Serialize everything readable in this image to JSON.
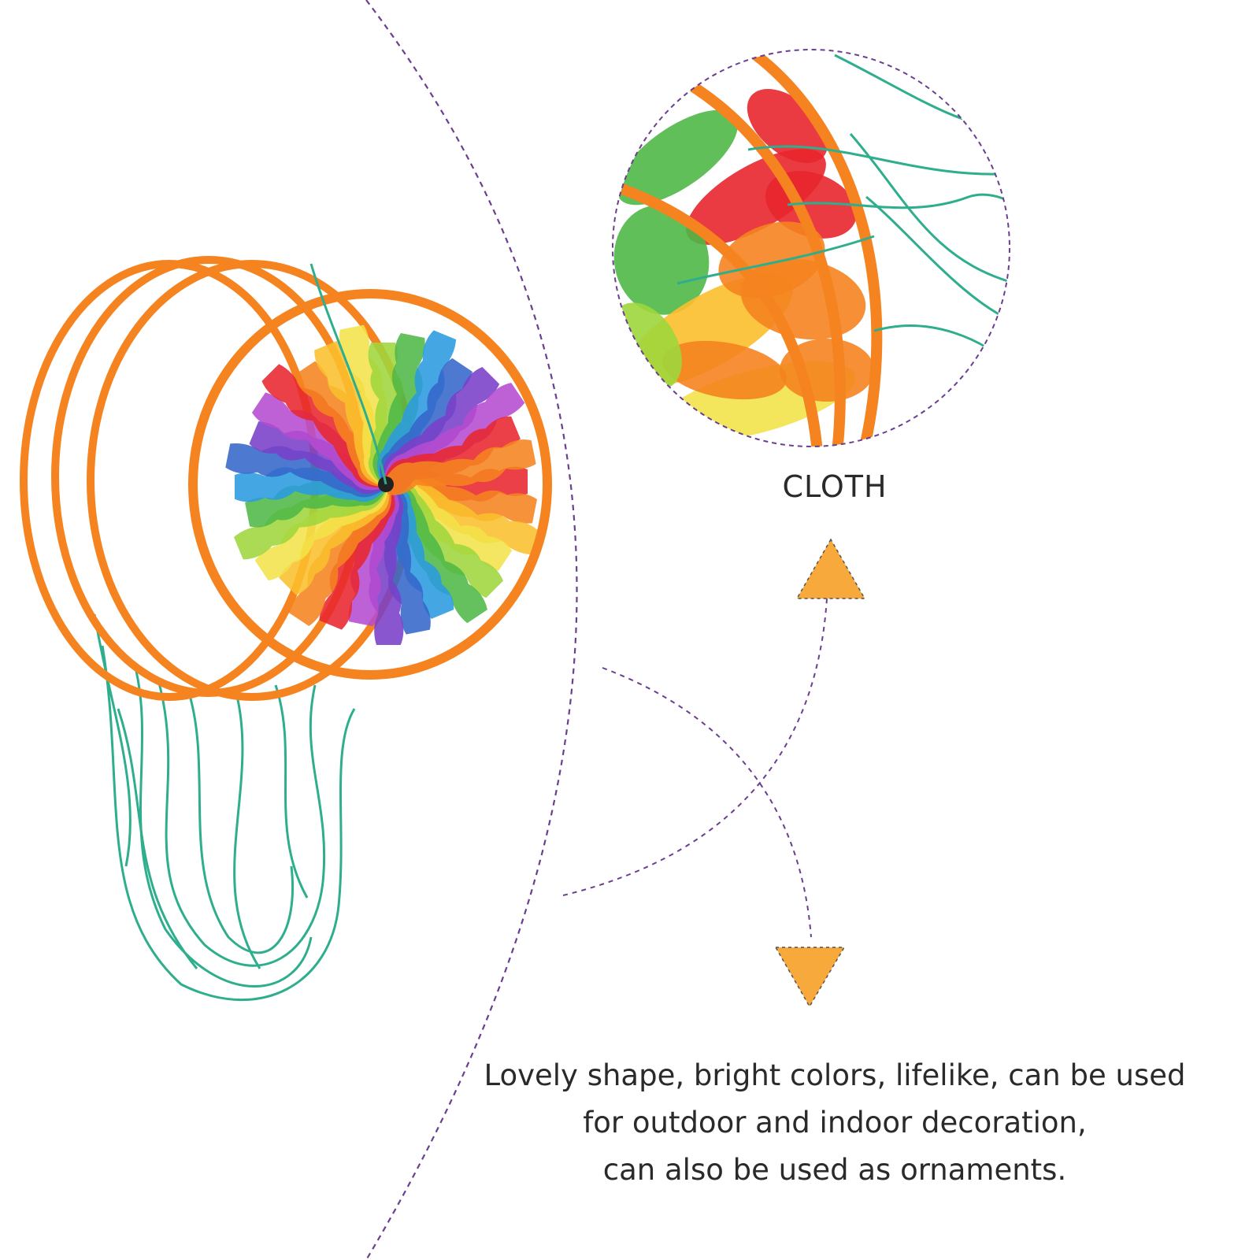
{
  "detail_label": "CLOTH",
  "description": {
    "line1": "Lovely shape, bright colors, lifelike, can be used",
    "line2": "for outdoor and indoor decoration,",
    "line3": "can also be used as ornaments."
  },
  "colors": {
    "background": "#ffffff",
    "dashed_line": "#6b3f8f",
    "arrow": "#f7a93b",
    "frame": "#f5831f",
    "string": "#2fae8e",
    "text": "#2a2a2a",
    "petals": [
      "#e8262d",
      "#f5831f",
      "#fbbf2c",
      "#f2e24a",
      "#9fd63c",
      "#4fb847",
      "#2a9be0",
      "#3667c9",
      "#7a3fc8",
      "#b64bd0"
    ]
  },
  "icons": [
    "triangle-up-icon",
    "triangle-down-icon"
  ]
}
